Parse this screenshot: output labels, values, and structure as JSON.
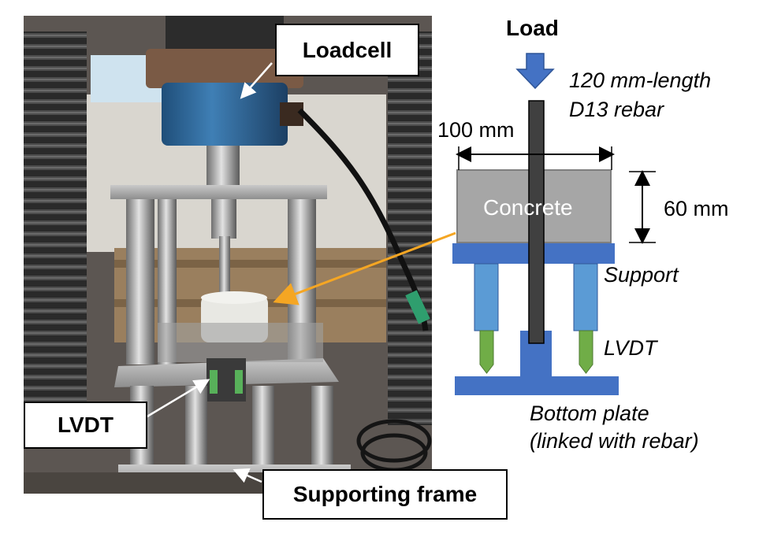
{
  "photo": {
    "callouts": {
      "loadcell": "Loadcell",
      "lvdt": "LVDT",
      "supporting_frame": "Supporting frame"
    }
  },
  "schematic": {
    "load": "Load",
    "rebar_line1": "120 mm-length",
    "rebar_line2": "D13 rebar",
    "width_dim": "100 mm",
    "height_dim": "60 mm",
    "concrete": "Concrete",
    "support": "Support",
    "lvdt": "LVDT",
    "bottom_plate_line1": "Bottom plate",
    "bottom_plate_line2": "(linked with rebar)"
  },
  "colors": {
    "support_blue": "#4472c4",
    "support_leg_blue": "#5b9bd5",
    "lvdt_green": "#70ad47",
    "concrete_grey": "#a6a6a6",
    "rebar_dark": "#404040",
    "pointer_orange": "#f5a623"
  }
}
